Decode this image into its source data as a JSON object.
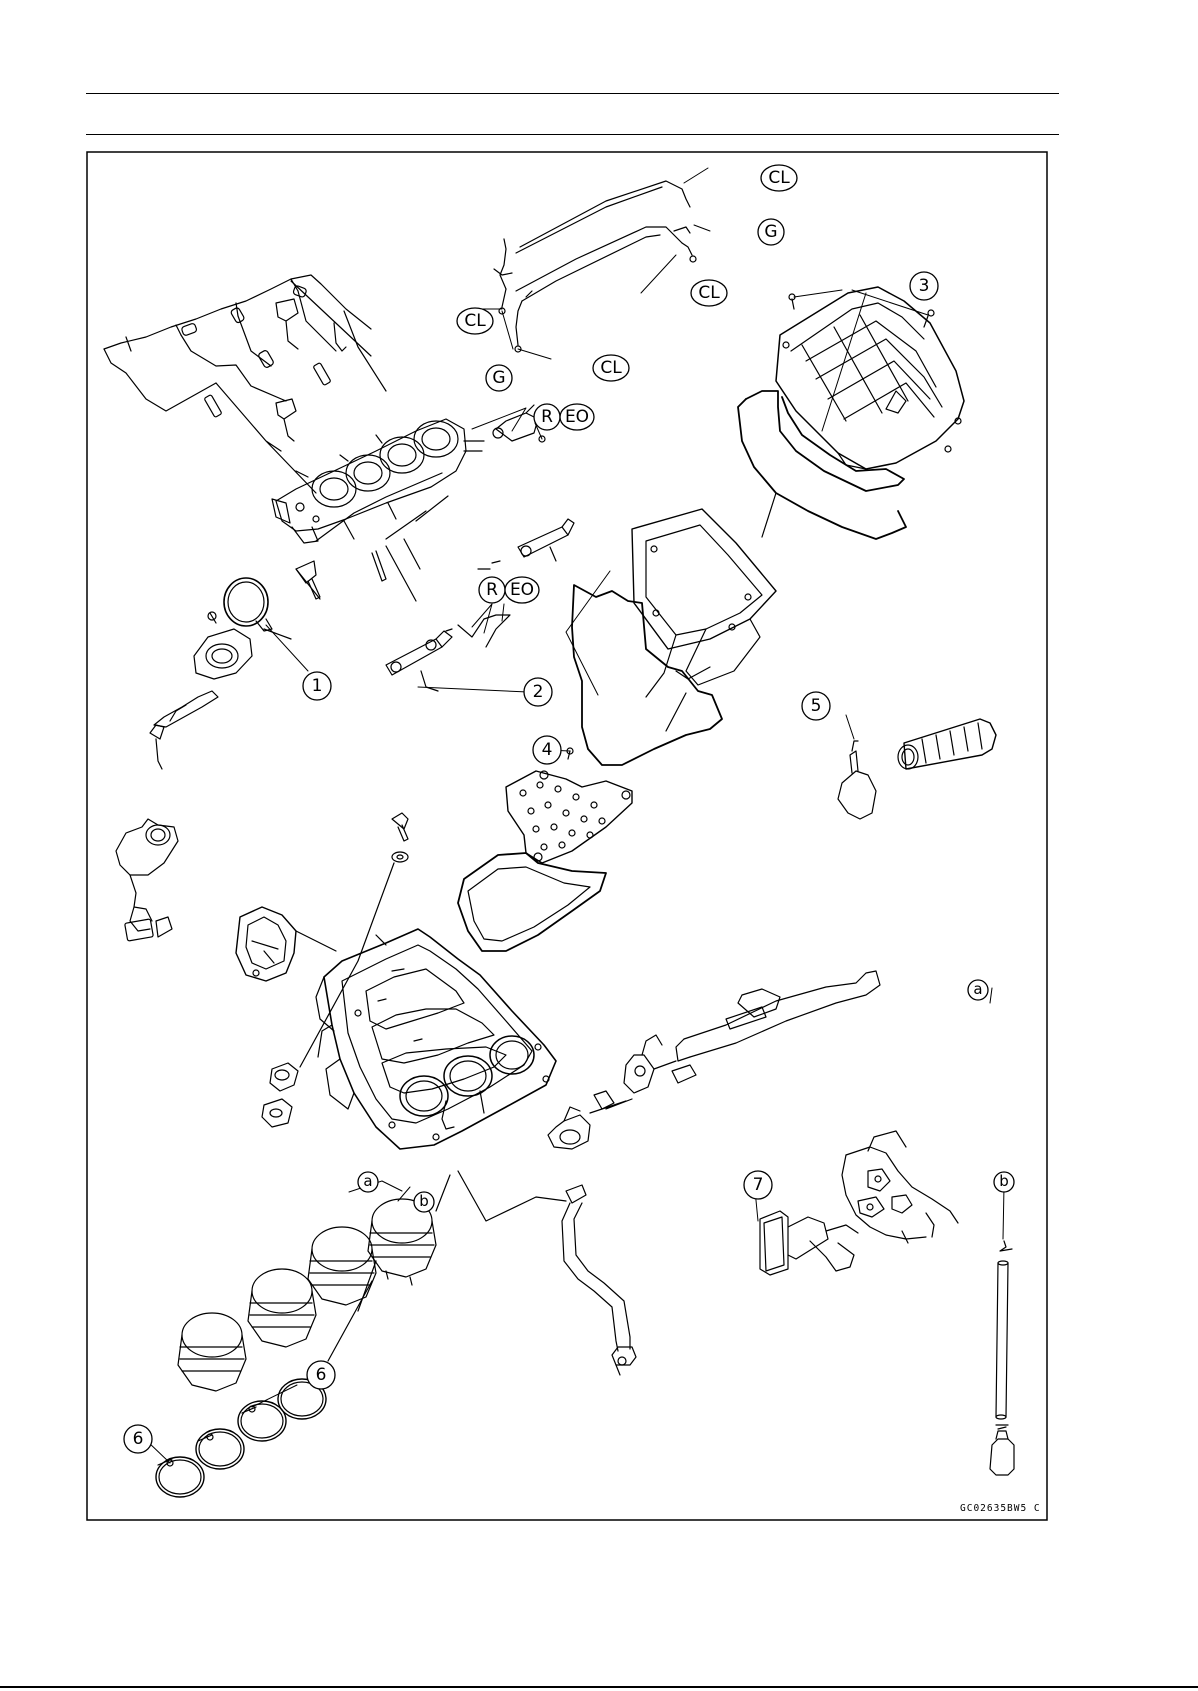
{
  "figure": {
    "code": "GC02635BW5 C",
    "callouts": [
      {
        "id": "part-1",
        "text": "1"
      },
      {
        "id": "part-2",
        "text": "2"
      },
      {
        "id": "part-3",
        "text": "3"
      },
      {
        "id": "part-4",
        "text": "4"
      },
      {
        "id": "part-5",
        "text": "5"
      },
      {
        "id": "part-6a",
        "text": "6"
      },
      {
        "id": "part-6b",
        "text": "6"
      },
      {
        "id": "part-7",
        "text": "7"
      },
      {
        "id": "conn-a1",
        "text": "a"
      },
      {
        "id": "conn-a2",
        "text": "a"
      },
      {
        "id": "conn-b1",
        "text": "b"
      },
      {
        "id": "conn-b2",
        "text": "b"
      }
    ],
    "codes": {
      "cl": "CL",
      "g": "G",
      "r": "R",
      "eo": "EO"
    }
  }
}
